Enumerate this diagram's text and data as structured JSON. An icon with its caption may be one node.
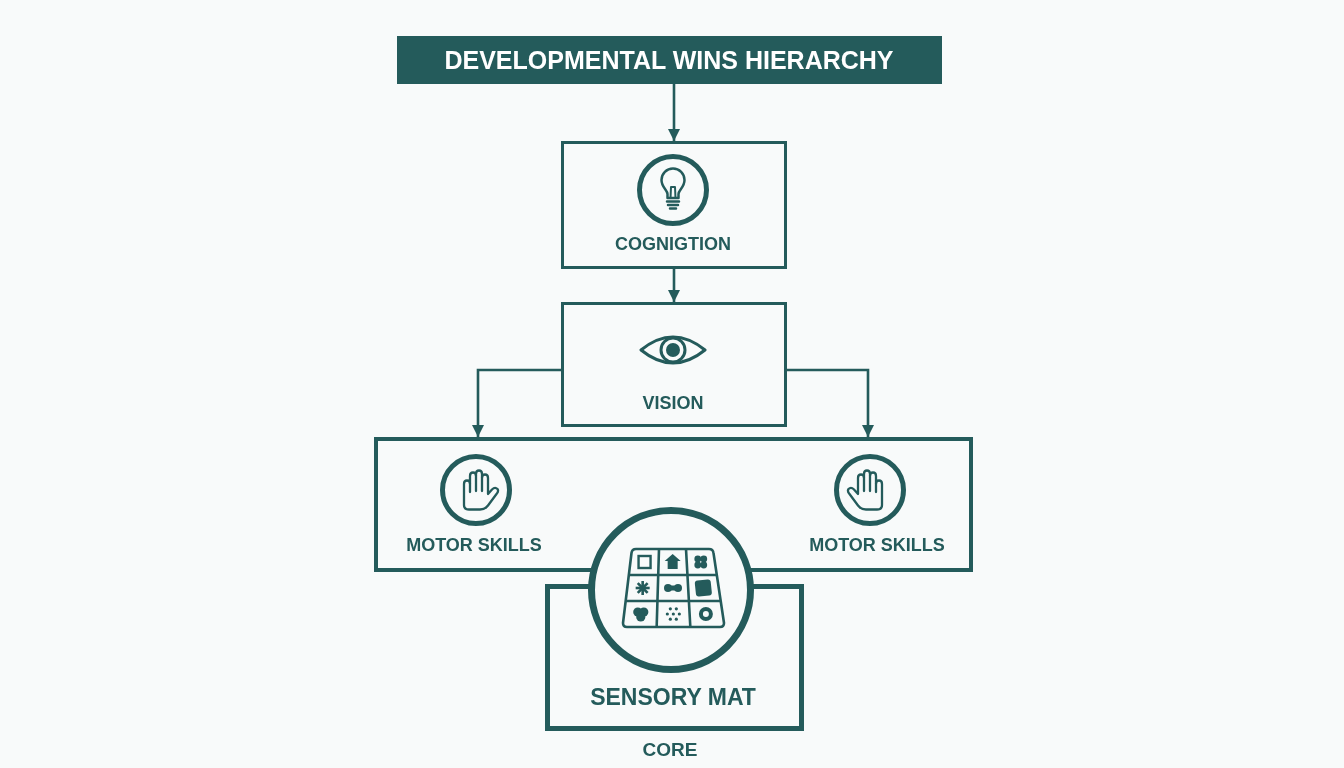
{
  "diagram": {
    "nodes": [
      {
        "text": [
          "DEVELOPMENTAL WINS HIERARCHY"
        ]
      },
      {
        "text": [
          "COGNIGTION"
        ]
      },
      {
        "text": [
          "VISION"
        ]
      },
      {
        "text": [
          "MOTOR SKILLS",
          "MOTOR SKILLS"
        ]
      },
      {
        "text": [
          "SENSORY MAT"
        ],
        "beside": [
          "CORE"
        ]
      }
    ],
    "edges": [
      {
        "from": 0,
        "to": 1,
        "arrow": "to"
      },
      {
        "from": 1,
        "to": 2,
        "arrow": "to"
      },
      {
        "from": 2,
        "to": 3,
        "arrow": "to"
      },
      {
        "from": 2,
        "to": 3,
        "arrow": "to"
      }
    ]
  }
}
